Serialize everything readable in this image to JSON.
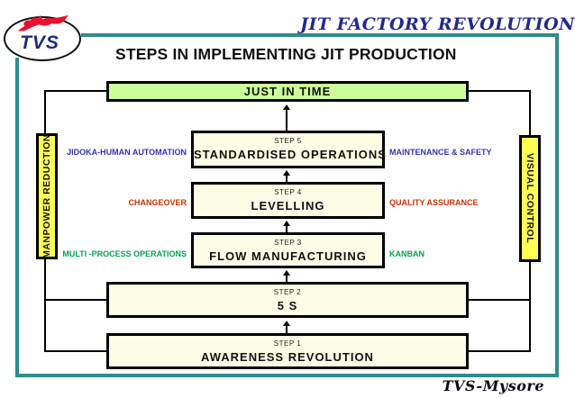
{
  "header": {
    "brand": "TVS",
    "slide_header": "JIT FACTORY REVOLUTION",
    "title": "STEPS IN IMPLEMENTING JIT PRODUCTION"
  },
  "diagram": {
    "goal_box": "JUST IN TIME",
    "left_pillar": "MANPOWER REDUCTION",
    "right_pillar": "VISUAL CONTROL",
    "steps": [
      {
        "step": "STEP 5",
        "title": "STANDARDISED OPERATIONS",
        "left_label": "JIDOKA-HUMAN AUTOMATION",
        "right_label": "MAINTENANCE & SAFETY"
      },
      {
        "step": "STEP 4",
        "title": "LEVELLING",
        "left_label": "CHANGEOVER",
        "right_label": "QUALITY ASSURANCE"
      },
      {
        "step": "STEP 3",
        "title": "FLOW MANUFACTURING",
        "left_label": "MULTI -PROCESS OPERATIONS",
        "right_label": "KANBAN"
      },
      {
        "step": "STEP 2",
        "title": "5 S"
      },
      {
        "step": "STEP 1",
        "title": "AWARENESS REVOLUTION"
      }
    ]
  },
  "footer": {
    "signature": "TVS-Mysore"
  },
  "icons": {
    "logo_horse": "tvs-horse-icon"
  },
  "colors": {
    "frame_teal": "#2E8C8C",
    "goal_green": "#CCFF99",
    "pillar_yellow": "#FFFF54",
    "box_cream": "#FDFDE6",
    "label_blue": "#3333BB",
    "label_red": "#CC3300",
    "label_green": "#00A651",
    "header_navy": "#222A8C",
    "logo_red": "#E8112D",
    "logo_navy": "#1B2C80"
  }
}
